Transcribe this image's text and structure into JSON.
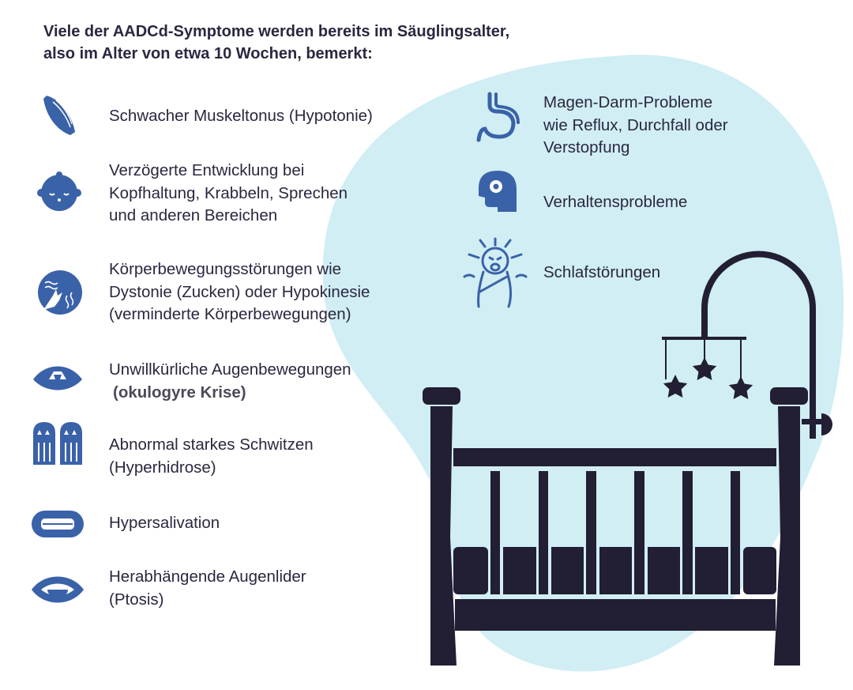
{
  "title": {
    "line1": "Viele der AADCd-Symptome werden bereits im Säuglingsalter,",
    "line2": "also im Alter von etwa 10 Wochen, bemerkt:"
  },
  "colors": {
    "icon": "#3a62a8",
    "crib": "#221e33",
    "blob": "#d0eef3",
    "text": "#2b2740"
  },
  "left_items": [
    {
      "icon": "muscle-icon",
      "lines": [
        "Schwacher Muskeltonus (Hypotonie)"
      ]
    },
    {
      "icon": "baby-face-icon",
      "lines": [
        "Verzögerte Entwicklung bei",
        "Kopfhaltung, Krabbeln, Sprechen",
        "und anderen Bereichen"
      ]
    },
    {
      "icon": "shaking-hand-icon",
      "lines": [
        "Körperbewegungsstörungen wie",
        "Dystonie (Zucken) oder Hypokinesie",
        "(verminderte Körperbewegungen)"
      ]
    },
    {
      "icon": "eye-rolling-icon",
      "lines": [
        "Unwillkürliche Augenbewegungen",
        "(okulogyre Krise)"
      ]
    },
    {
      "icon": "sweating-hands-icon",
      "lines": [
        "Abnormal starkes Schwitzen",
        "(Hyperhidrose)"
      ]
    },
    {
      "icon": "mouth-drool-icon",
      "lines": [
        "Hypersalivation"
      ]
    },
    {
      "icon": "drooping-eyelid-icon",
      "lines": [
        "Herabhängende Augenlider",
        "(Ptosis)"
      ]
    }
  ],
  "right_items": [
    {
      "icon": "stomach-icon",
      "lines": [
        "Magen-Darm-Probleme",
        "wie Reflux, Durchfall oder",
        "Verstopfung"
      ]
    },
    {
      "icon": "head-gear-icon",
      "lines": [
        "Verhaltensprobleme"
      ]
    },
    {
      "icon": "crying-baby-icon",
      "lines": [
        "Schlafstörungen"
      ]
    }
  ]
}
